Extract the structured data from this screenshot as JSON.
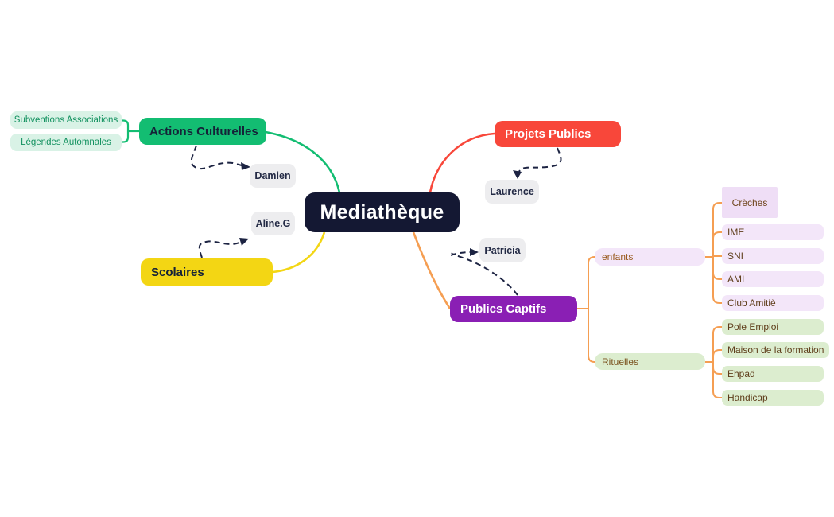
{
  "mindmap": {
    "root": {
      "label": "Mediathèque",
      "color": "#141833",
      "text_color": "#ffffff"
    },
    "branches": [
      {
        "label": "Actions Culturelles",
        "color": "#13bd72",
        "annotation": "Damien",
        "children": [
          {
            "label": "Subventions Associations"
          },
          {
            "label": "Légendes Automnales"
          }
        ]
      },
      {
        "label": "Projets Publics",
        "color": "#f8473a",
        "annotation": "Laurence",
        "children": []
      },
      {
        "label": "Scolaires",
        "color": "#f3d614",
        "annotation": "Aline.G",
        "children": []
      },
      {
        "label": "Publics Captifs",
        "color": "#8a1fb4",
        "annotation": "Patricia",
        "children": [
          {
            "label": "enfants",
            "children": [
              {
                "label": "Crèches"
              },
              {
                "label": "IME"
              },
              {
                "label": "SNI"
              },
              {
                "label": "AMI"
              },
              {
                "label": "Club Amitiè"
              }
            ]
          },
          {
            "label": "Rituelles",
            "children": [
              {
                "label": "Pole Emploi"
              },
              {
                "label": "Maison de la formation"
              },
              {
                "label": "Ehpad"
              },
              {
                "label": "Handicap"
              }
            ]
          }
        ]
      }
    ],
    "style_colors": {
      "subtopic_mint_bg": "#d9f2e6",
      "subtopic_mint_text": "#12915f",
      "person_box_bg": "#ededef",
      "person_box_text": "#232a45",
      "lavender_bg": "#f3e6f9",
      "light_green_bg": "#dcedcf",
      "leaf_text_brown": "#5f3e1b",
      "captifs_tree_connector": "#f59e52",
      "annotation_arrow": "#1c2342",
      "background": "#ffffff"
    }
  }
}
